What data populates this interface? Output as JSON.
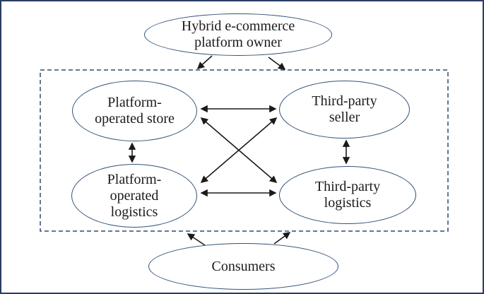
{
  "colors": {
    "node_stroke": "#33517a",
    "boundary_stroke": "#2e4a73",
    "outer_border": "#2a3c64",
    "arrow": "#1a1a1a",
    "text": "#1b1b1b",
    "background": "#ffffff"
  },
  "nodes": {
    "owner": {
      "label": "Hybrid e-commerce platform owner",
      "lines": [
        "Hybrid e-commerce",
        "platform owner"
      ]
    },
    "store": {
      "label": "Platform-operated store",
      "lines": [
        "Platform-",
        "operated store"
      ]
    },
    "seller": {
      "label": "Third-party seller",
      "lines": [
        "Third-party",
        "seller"
      ]
    },
    "platform_logistics": {
      "label": "Platform-operated logistics",
      "lines": [
        "Platform-",
        "operated",
        "logistics"
      ]
    },
    "third_party_logistics": {
      "label": "Third-party logistics",
      "lines": [
        "Third-party",
        "logistics"
      ]
    },
    "consumers": {
      "label": "Consumers",
      "lines": [
        "Consumers"
      ]
    }
  },
  "boundary": {
    "style": "dashed-rectangle",
    "contains": [
      "store",
      "seller",
      "platform_logistics",
      "third_party_logistics"
    ]
  },
  "edges": [
    {
      "from": "owner",
      "to": "boundary",
      "type": "one-way-arrow",
      "position": "left"
    },
    {
      "from": "owner",
      "to": "boundary",
      "type": "one-way-arrow",
      "position": "right"
    },
    {
      "from": "consumers",
      "to": "boundary",
      "type": "one-way-arrow",
      "position": "left"
    },
    {
      "from": "consumers",
      "to": "boundary",
      "type": "one-way-arrow",
      "position": "right"
    },
    {
      "from": "store",
      "to": "seller",
      "type": "two-way-arrow"
    },
    {
      "from": "platform_logistics",
      "to": "third_party_logistics",
      "type": "two-way-arrow"
    },
    {
      "from": "store",
      "to": "platform_logistics",
      "type": "two-way-arrow"
    },
    {
      "from": "seller",
      "to": "third_party_logistics",
      "type": "two-way-arrow"
    },
    {
      "from": "store",
      "to": "third_party_logistics",
      "type": "two-way-arrow"
    },
    {
      "from": "seller",
      "to": "platform_logistics",
      "type": "two-way-arrow"
    }
  ]
}
